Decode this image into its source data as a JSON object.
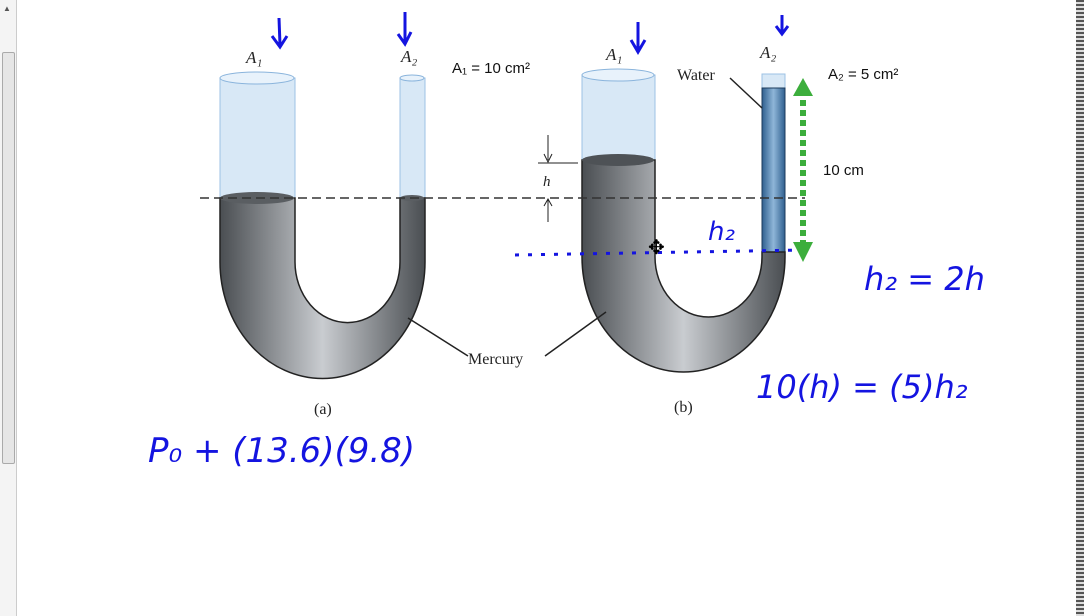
{
  "figure_a": {
    "label_a1": "A₁",
    "label_a2": "A₂",
    "caption": "(a)",
    "mercury_label": "Mercury"
  },
  "figure_b": {
    "label_a1": "A₁",
    "label_a2": "A₂",
    "caption": "(b)",
    "water_label": "Water",
    "h_label": "h"
  },
  "annotations": {
    "a1_area": "A₁ = 10 cm²",
    "a2_area": "A₂ = 5 cm²",
    "height": "10 cm",
    "h2_mark": "h₂",
    "eq1": "h₂ = 2h",
    "eq2": "10(h) = (5)h₂",
    "eq3": "P₀ + (13.6)(9.8)"
  },
  "colors": {
    "ink": "#1414e0",
    "arrow": "#3cae3c",
    "mercury": "#6e7378",
    "glass": "#cfe3f5",
    "water": "#5a8fbf"
  }
}
